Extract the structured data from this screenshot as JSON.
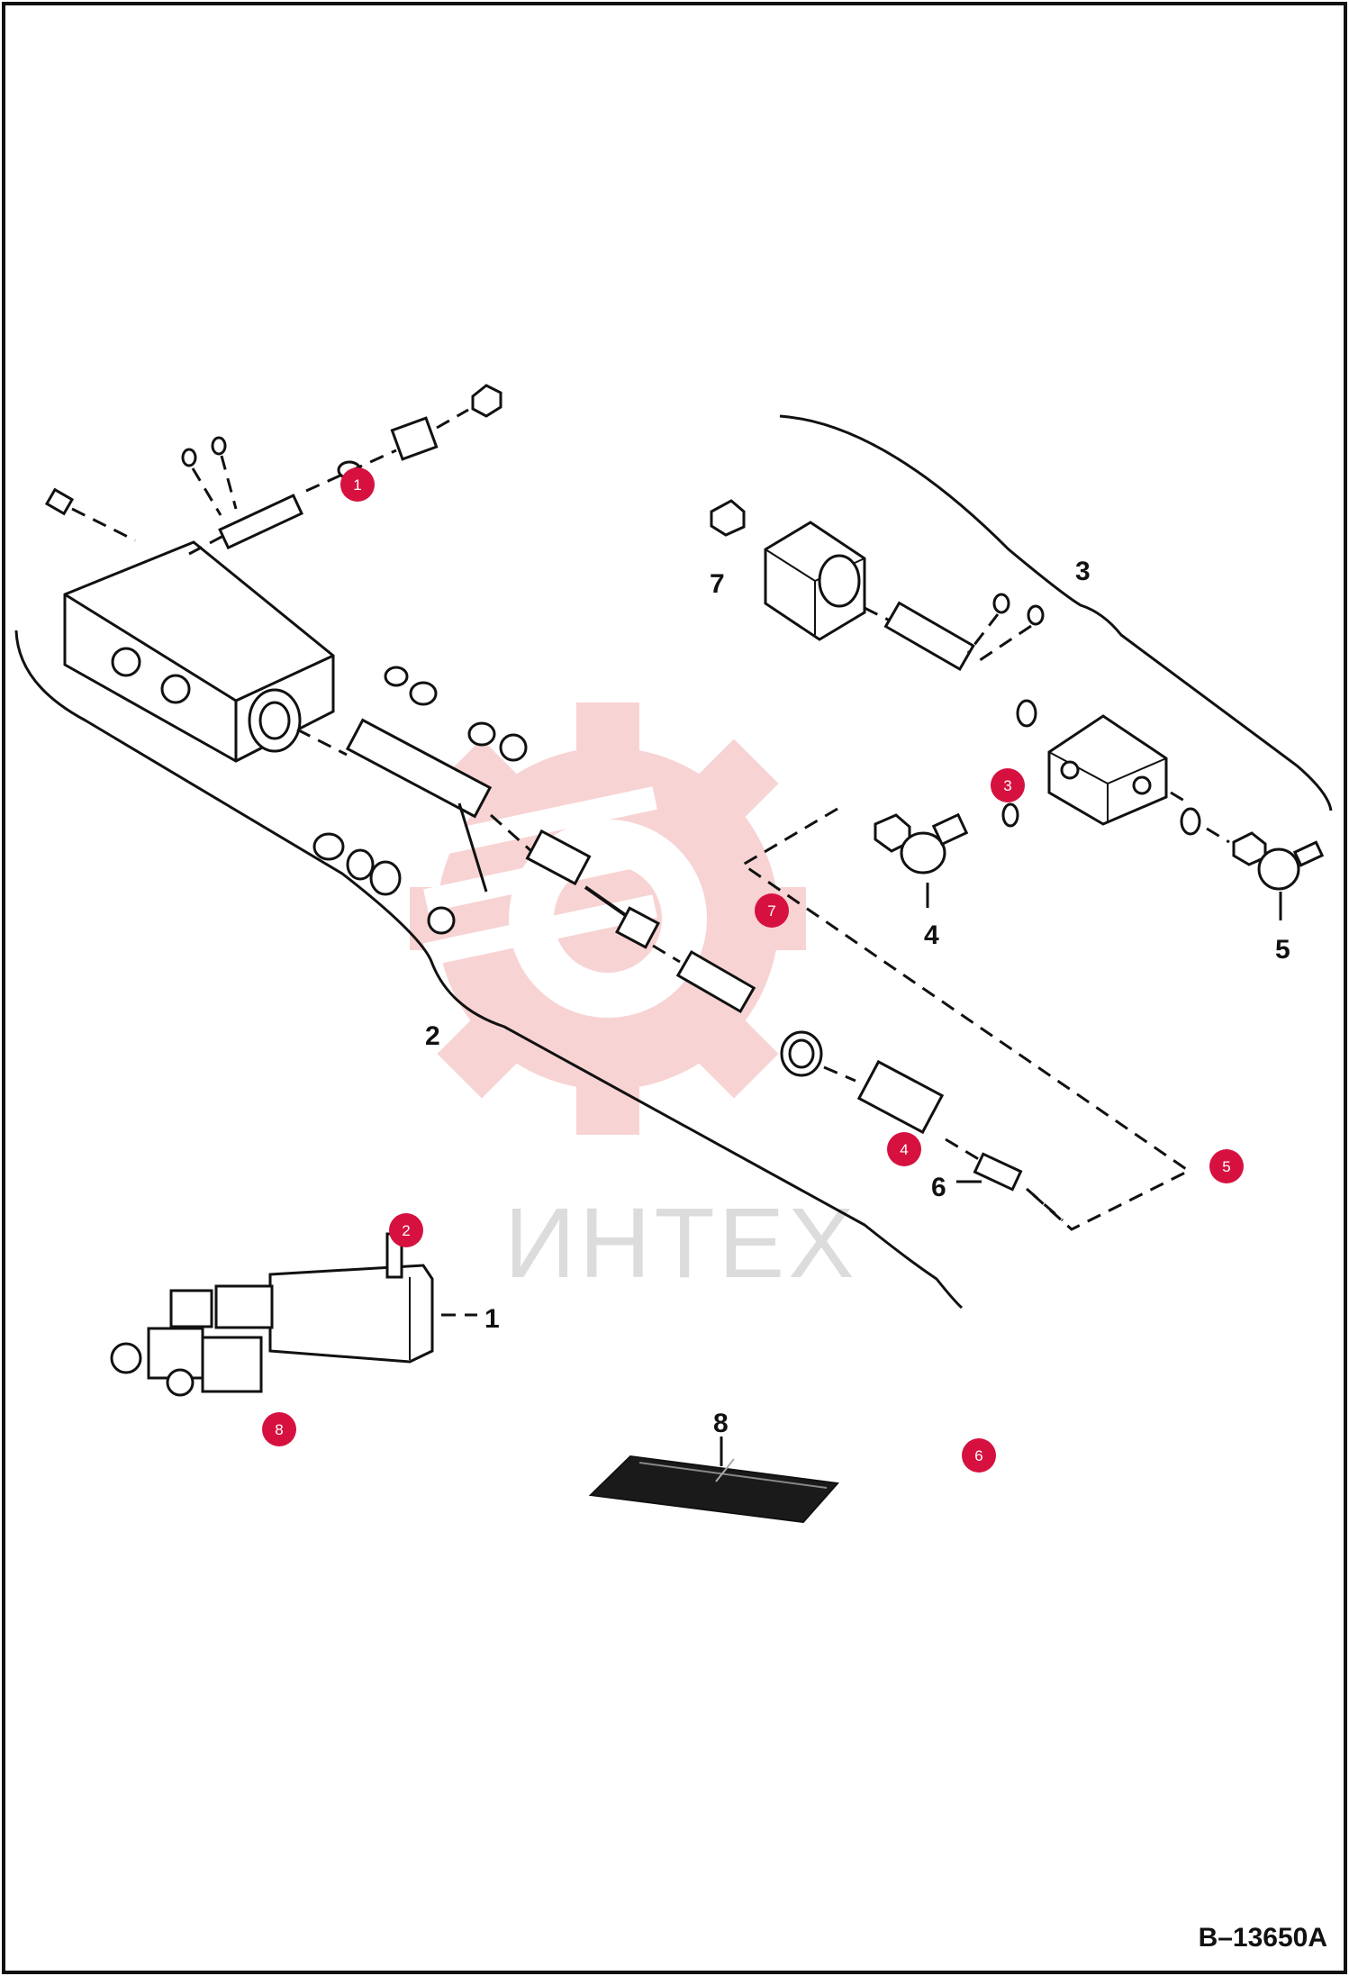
{
  "drawing_code": "B–13650A",
  "watermark_text": "ИНТЕХ",
  "part_labels": {
    "p1": "1",
    "p2": "2",
    "p3": "3",
    "p4": "4",
    "p5": "5",
    "p6": "6",
    "p7": "7",
    "p8": "8"
  },
  "hotspots": {
    "h1": "1",
    "h2": "2",
    "h3": "3",
    "h4": "4",
    "h5": "5",
    "h6": "6",
    "h7": "7",
    "h8": "8"
  },
  "colors": {
    "hotspot_fill": "#d6113f",
    "watermark": "#f7c9c9",
    "watermark_text": "#dcdcdc",
    "ink": "#111111"
  }
}
